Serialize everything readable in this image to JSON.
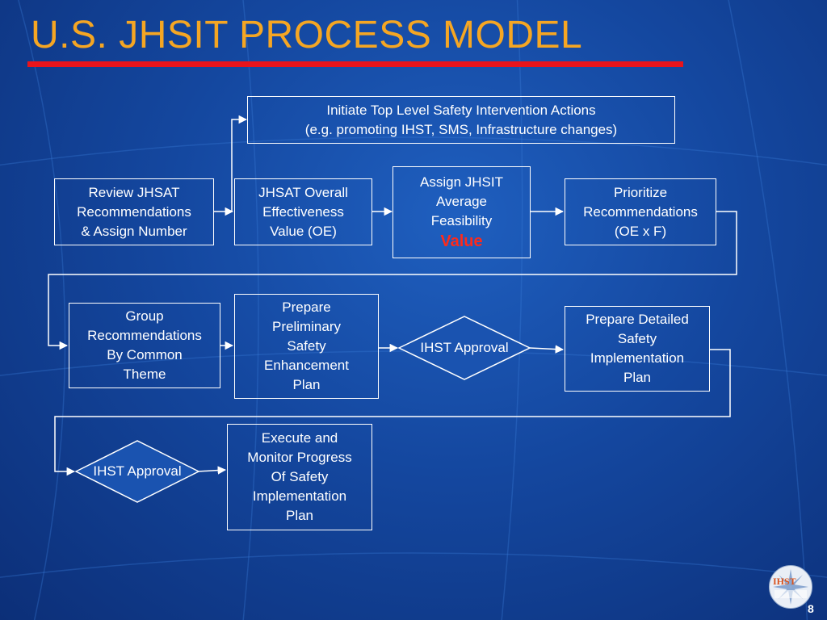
{
  "slide": {
    "title": "U.S. JHSIT PROCESS MODEL",
    "page_number": "8",
    "colors": {
      "background": "#14479f",
      "title": "#f5a623",
      "title_bar": "#e8141c",
      "value_highlight": "#ff2a1a",
      "line": "#ffffff"
    }
  },
  "nodes": {
    "initiate": {
      "line1": "Initiate Top Level Safety Intervention Actions",
      "line2": "(e.g. promoting IHST, SMS, Infrastructure changes)"
    },
    "review": {
      "line1": "Review JHSAT",
      "line2": "Recommendations",
      "line3": "& Assign Number"
    },
    "jhsat_oe": {
      "line1": "JHSAT Overall",
      "line2": "Effectiveness",
      "line3": "Value (OE)"
    },
    "assign_feasibility": {
      "line1": "Assign JHSIT",
      "line2": "Average",
      "line3": "Feasibility",
      "highlight": "Value"
    },
    "prioritize": {
      "line1": "Prioritize",
      "line2": "Recommendations",
      "line3": "(OE x F)"
    },
    "group": {
      "line1": "Group",
      "line2": "Recommendations",
      "line3": "By Common",
      "line4": "Theme"
    },
    "prepare_prelim": {
      "line1": "Prepare",
      "line2": "Preliminary",
      "line3": "Safety",
      "line4": "Enhancement",
      "line5": "Plan"
    },
    "approval1": {
      "label": "IHST Approval"
    },
    "prepare_detailed": {
      "line1": "Prepare Detailed",
      "line2": "Safety",
      "line3": "Implementation",
      "line4": "Plan"
    },
    "approval2": {
      "label": "IHST Approval"
    },
    "execute": {
      "line1": "Execute and",
      "line2": "Monitor Progress",
      "line3": "Of Safety",
      "line4": "Implementation",
      "line5": "Plan"
    }
  },
  "logo": {
    "icon": "ihst-logo-icon",
    "text": "IHST"
  }
}
